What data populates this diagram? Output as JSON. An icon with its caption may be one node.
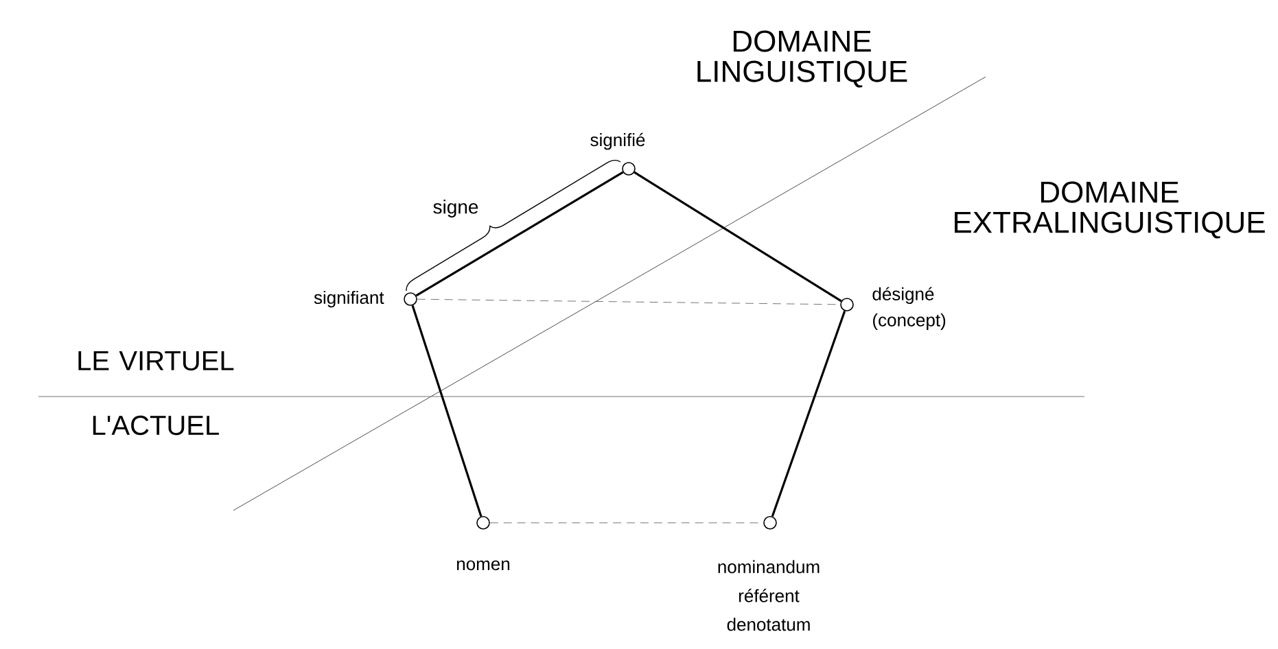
{
  "diagram": {
    "nodes": [
      {
        "text": [],
        "shape": "circle",
        "beside": [
          "signifié"
        ]
      },
      {
        "text": [],
        "shape": "circle",
        "beside": [
          "signifiant"
        ]
      },
      {
        "text": [],
        "shape": "circle",
        "beside": [
          "désigné (concept)"
        ]
      },
      {
        "text": [],
        "shape": "circle",
        "beside": [
          "nomen"
        ]
      },
      {
        "text": [],
        "shape": "circle",
        "beside": [
          "nominandum",
          "référent",
          "denotatum"
        ]
      }
    ],
    "edges": [
      {
        "from": 1,
        "to": 0,
        "arrow": "none"
      },
      {
        "from": 0,
        "to": 2,
        "arrow": "none"
      },
      {
        "from": 1,
        "to": 2,
        "arrow": "none",
        "style": "dashed",
        "color": "#737373"
      },
      {
        "from": 1,
        "to": 3,
        "arrow": "none"
      },
      {
        "from": 2,
        "to": 4,
        "arrow": "none"
      },
      {
        "from": 3,
        "to": 4,
        "arrow": "none",
        "style": "dashed",
        "color": "#737373"
      }
    ],
    "labels": [
      "DOMAINE LINGUISTIQUE",
      "DOMAINE EXTRALINGUISTIQUE",
      "signe",
      "LE VIRTUEL",
      "L'ACTUEL"
    ]
  }
}
